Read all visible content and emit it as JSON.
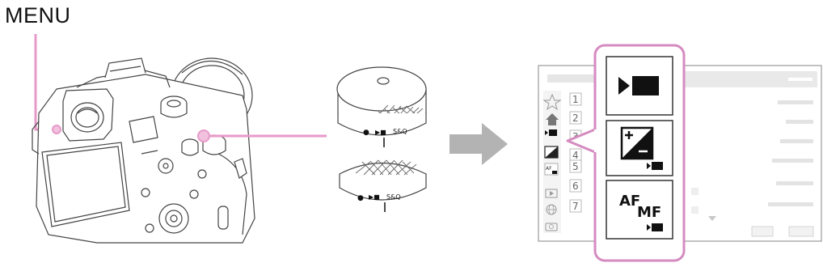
{
  "callout": {
    "label": "MENU"
  },
  "dial": {
    "marks_top": [
      "●",
      "▶■",
      "S&Q"
    ],
    "marks_bottom": [
      "●",
      "▶■",
      "S&Q"
    ]
  },
  "menu_screen": {
    "row_numbers": [
      "1",
      "2",
      "3",
      "4",
      "5",
      "6",
      "7"
    ]
  },
  "highlight_panel": {
    "item_af_top": "AF",
    "item_af_sub": "MF"
  },
  "colors": {
    "highlight_border": "#d58bc0",
    "arrow": "#b3b3b3",
    "screen_icon_dark": "#222222"
  },
  "icons": [
    "movie-mode-icon",
    "exposure-compensation-icon",
    "af-mf-icon",
    "star-icon",
    "home-icon",
    "globe-icon",
    "camera-icon"
  ]
}
